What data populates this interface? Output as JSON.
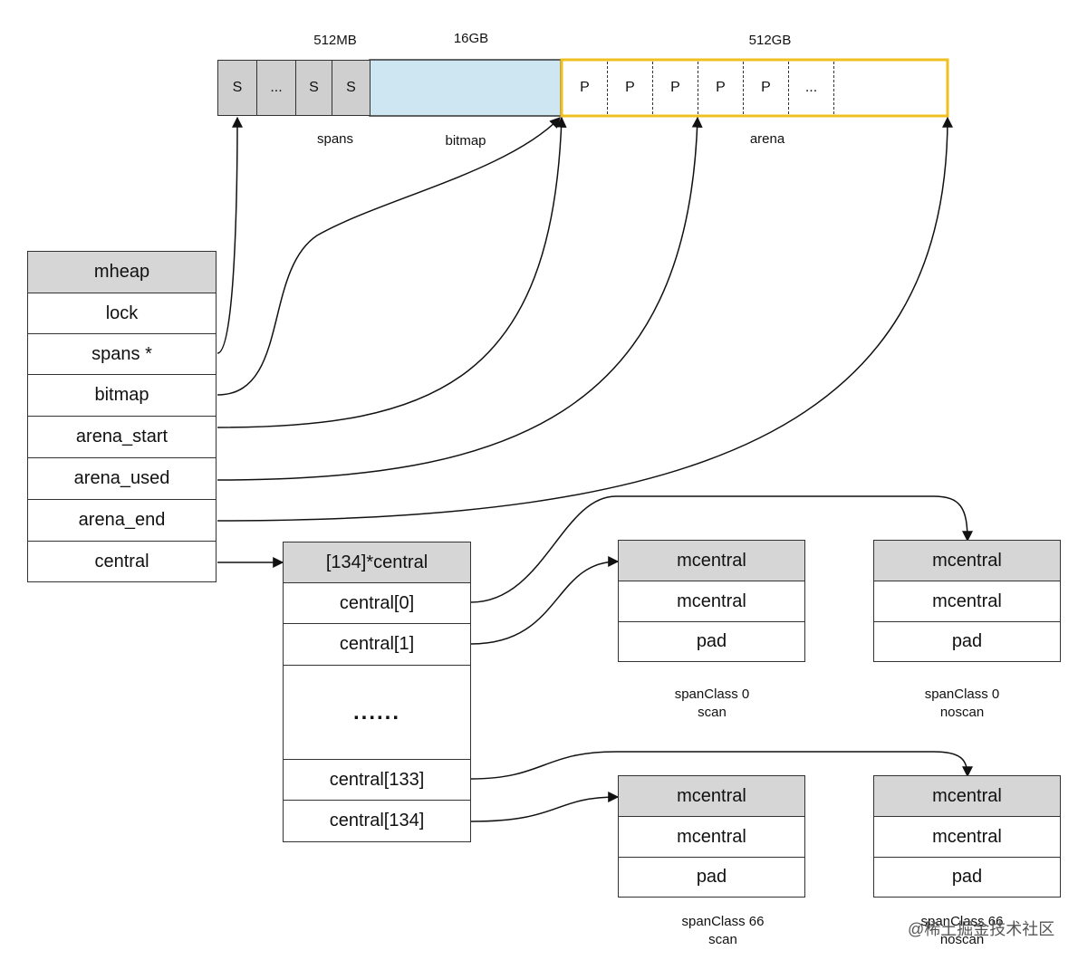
{
  "top_labels": {
    "spans_size": "512MB",
    "bitmap_size": "16GB",
    "arena_size": "512GB",
    "spans": "spans",
    "bitmap": "bitmap",
    "arena": "arena"
  },
  "spans_cells": [
    "S",
    "...",
    "S",
    "S"
  ],
  "arena_cells": [
    "P",
    "P",
    "P",
    "P",
    "P",
    "..."
  ],
  "mheap": {
    "title": "mheap",
    "fields": [
      "lock",
      "spans *",
      "bitmap",
      "arena_start",
      "arena_used",
      "arena_end",
      "central"
    ]
  },
  "central_array": {
    "title": "[134]*central",
    "rows": [
      "central[0]",
      "central[1]"
    ],
    "ellipsis": "......",
    "rows_bottom": [
      "central[133]",
      "central[134]"
    ]
  },
  "mcentral_boxes": [
    {
      "title": "mcentral",
      "field1": "mcentral",
      "field2": "pad",
      "caption1": "spanClass 0",
      "caption2": "scan"
    },
    {
      "title": "mcentral",
      "field1": "mcentral",
      "field2": "pad",
      "caption1": "spanClass 0",
      "caption2": "noscan"
    },
    {
      "title": "mcentral",
      "field1": "mcentral",
      "field2": "pad",
      "caption1": "spanClass 66",
      "caption2": "scan"
    },
    {
      "title": "mcentral",
      "field1": "mcentral",
      "field2": "pad",
      "caption1": "spanClass 66",
      "caption2": "noscan"
    }
  ],
  "watermark": "@稀土掘金技术社区",
  "colors": {
    "span_fill": "#cfcfcf",
    "bitmap_fill": "#cde6f2",
    "arena_border": "#f0c020",
    "header_fill": "#d6d6d6"
  }
}
